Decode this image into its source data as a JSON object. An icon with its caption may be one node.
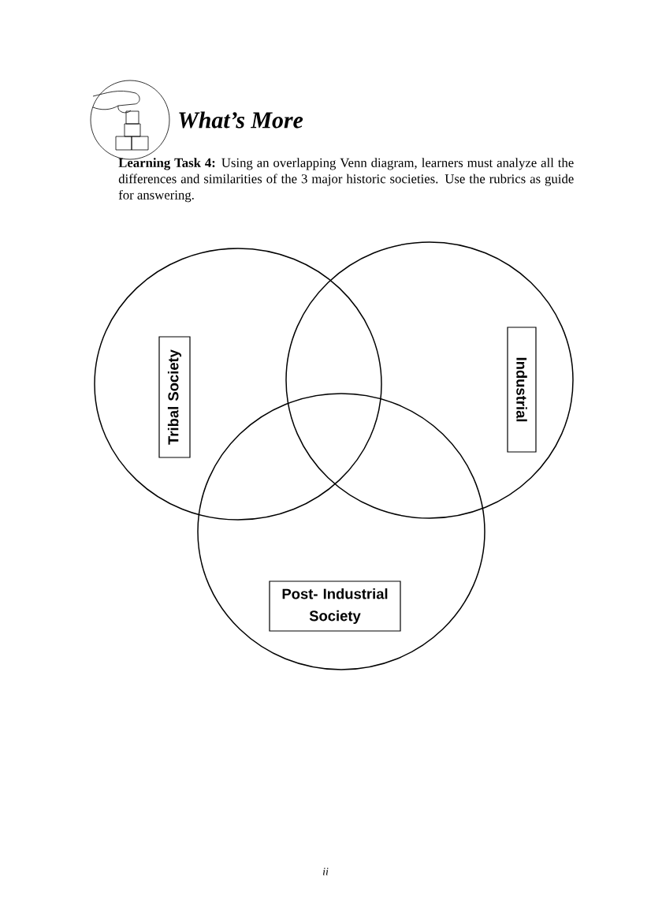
{
  "diagram": {
    "title": "What’s More",
    "nodes": [
      {
        "text": [],
        "shape": "circle"
      },
      {
        "text": [],
        "shape": "circle"
      },
      {
        "text": [],
        "shape": "circle"
      },
      {
        "text": [
          "Tribal Society"
        ],
        "in": 0
      },
      {
        "text": [
          "Industrial"
        ],
        "in": 1
      },
      {
        "text": [
          "Post- Industrial Society"
        ],
        "in": 2
      }
    ],
    "edges": [],
    "labels": [
      "**Learning Task 4:** Using an overlapping Venn diagram, learners must analyze all the differences and similarities of the 3 major historic societies. Use the rubrics as guide for answering.",
      "ii"
    ]
  }
}
